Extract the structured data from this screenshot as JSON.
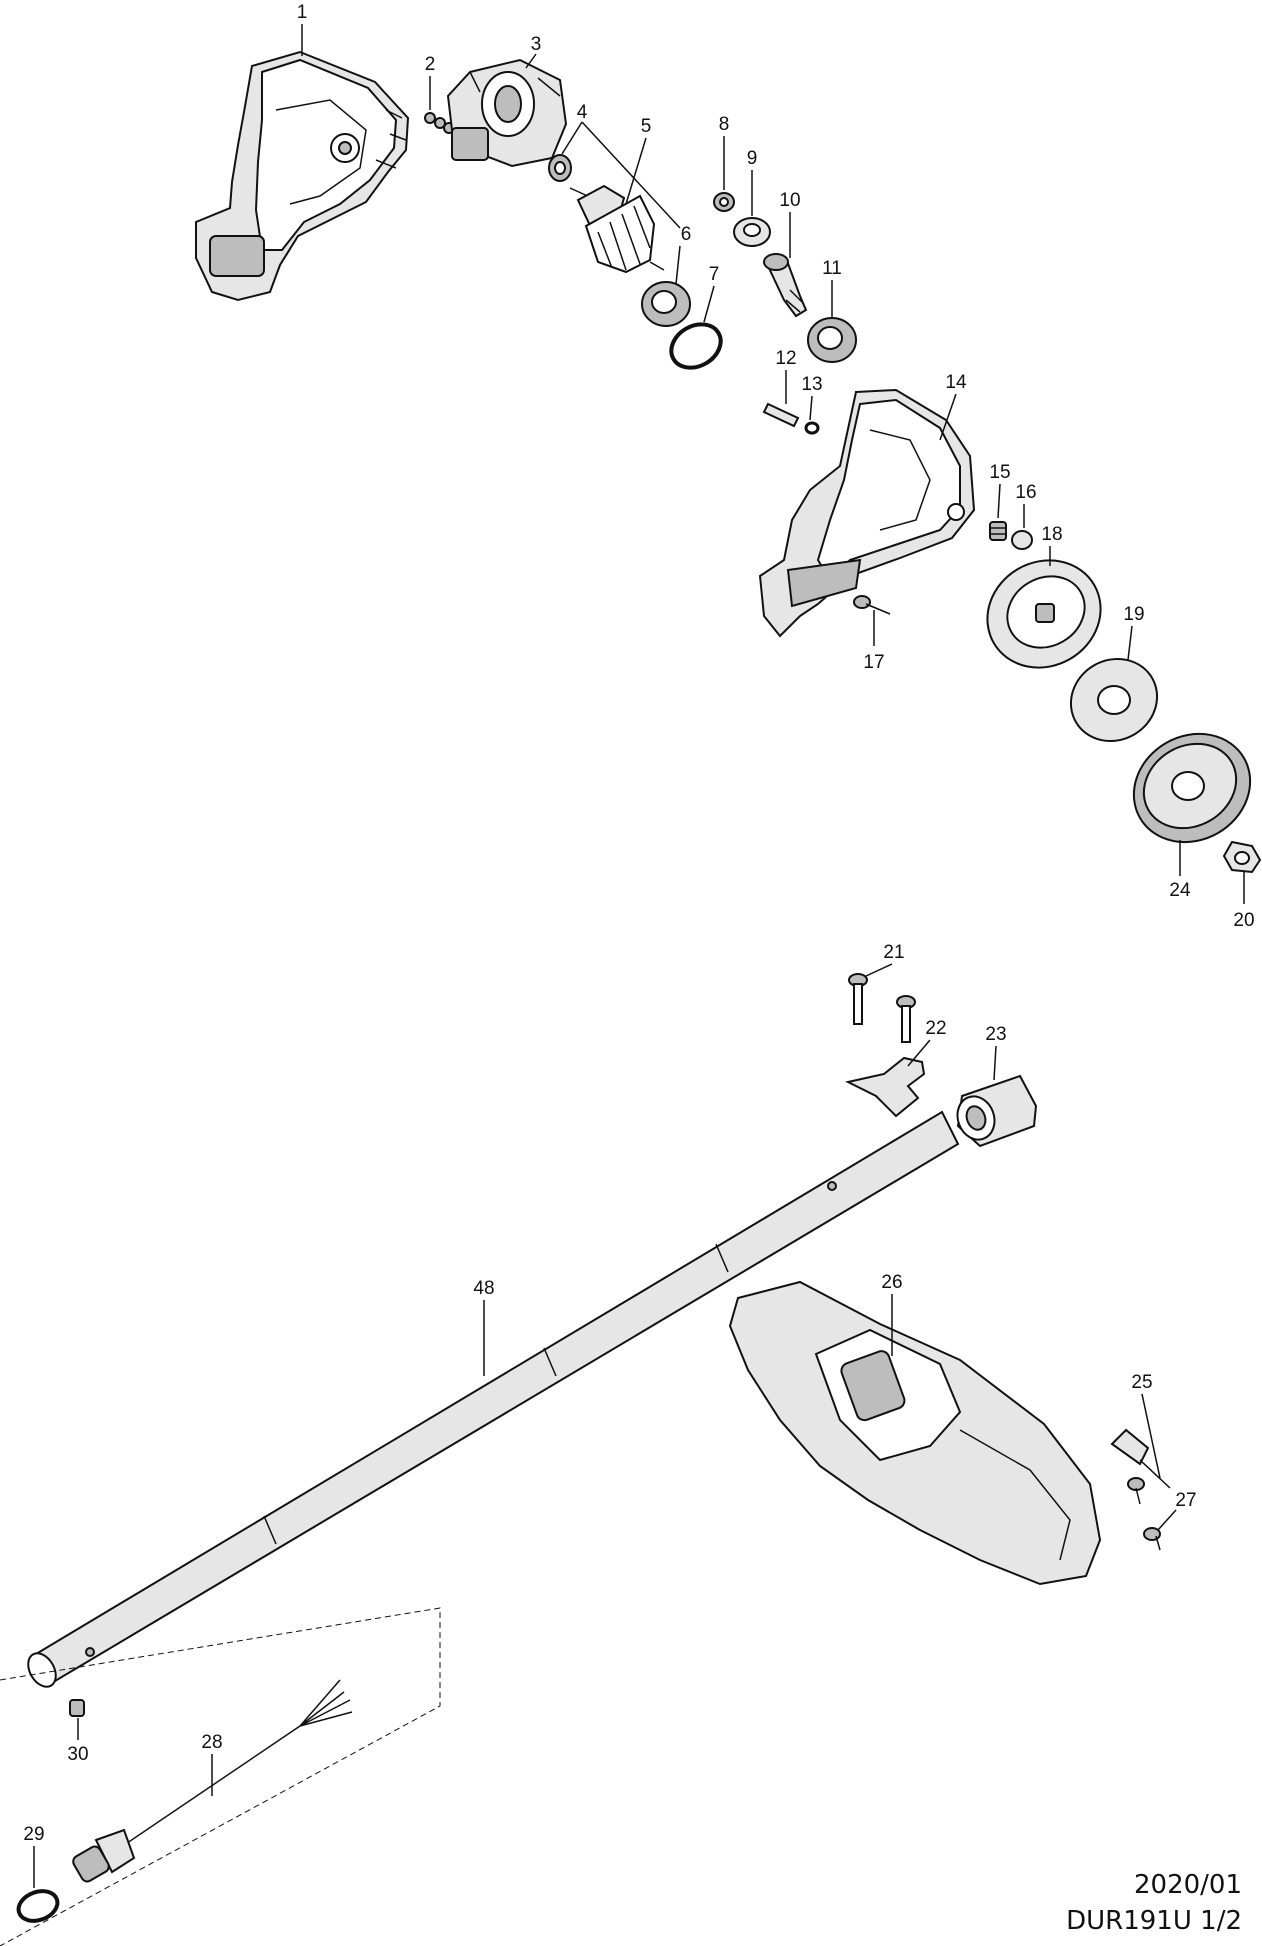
{
  "diagram": {
    "labels": [
      "1",
      "2",
      "3",
      "4",
      "5",
      "6",
      "7",
      "8",
      "9",
      "10",
      "11",
      "12",
      "13",
      "14",
      "15",
      "16",
      "17",
      "18",
      "19",
      "20",
      "21",
      "22",
      "23",
      "24",
      "25",
      "26",
      "27",
      "28",
      "29",
      "30",
      "48"
    ]
  },
  "footer": {
    "date": "2020/01",
    "model": "DUR191U 1/2"
  }
}
